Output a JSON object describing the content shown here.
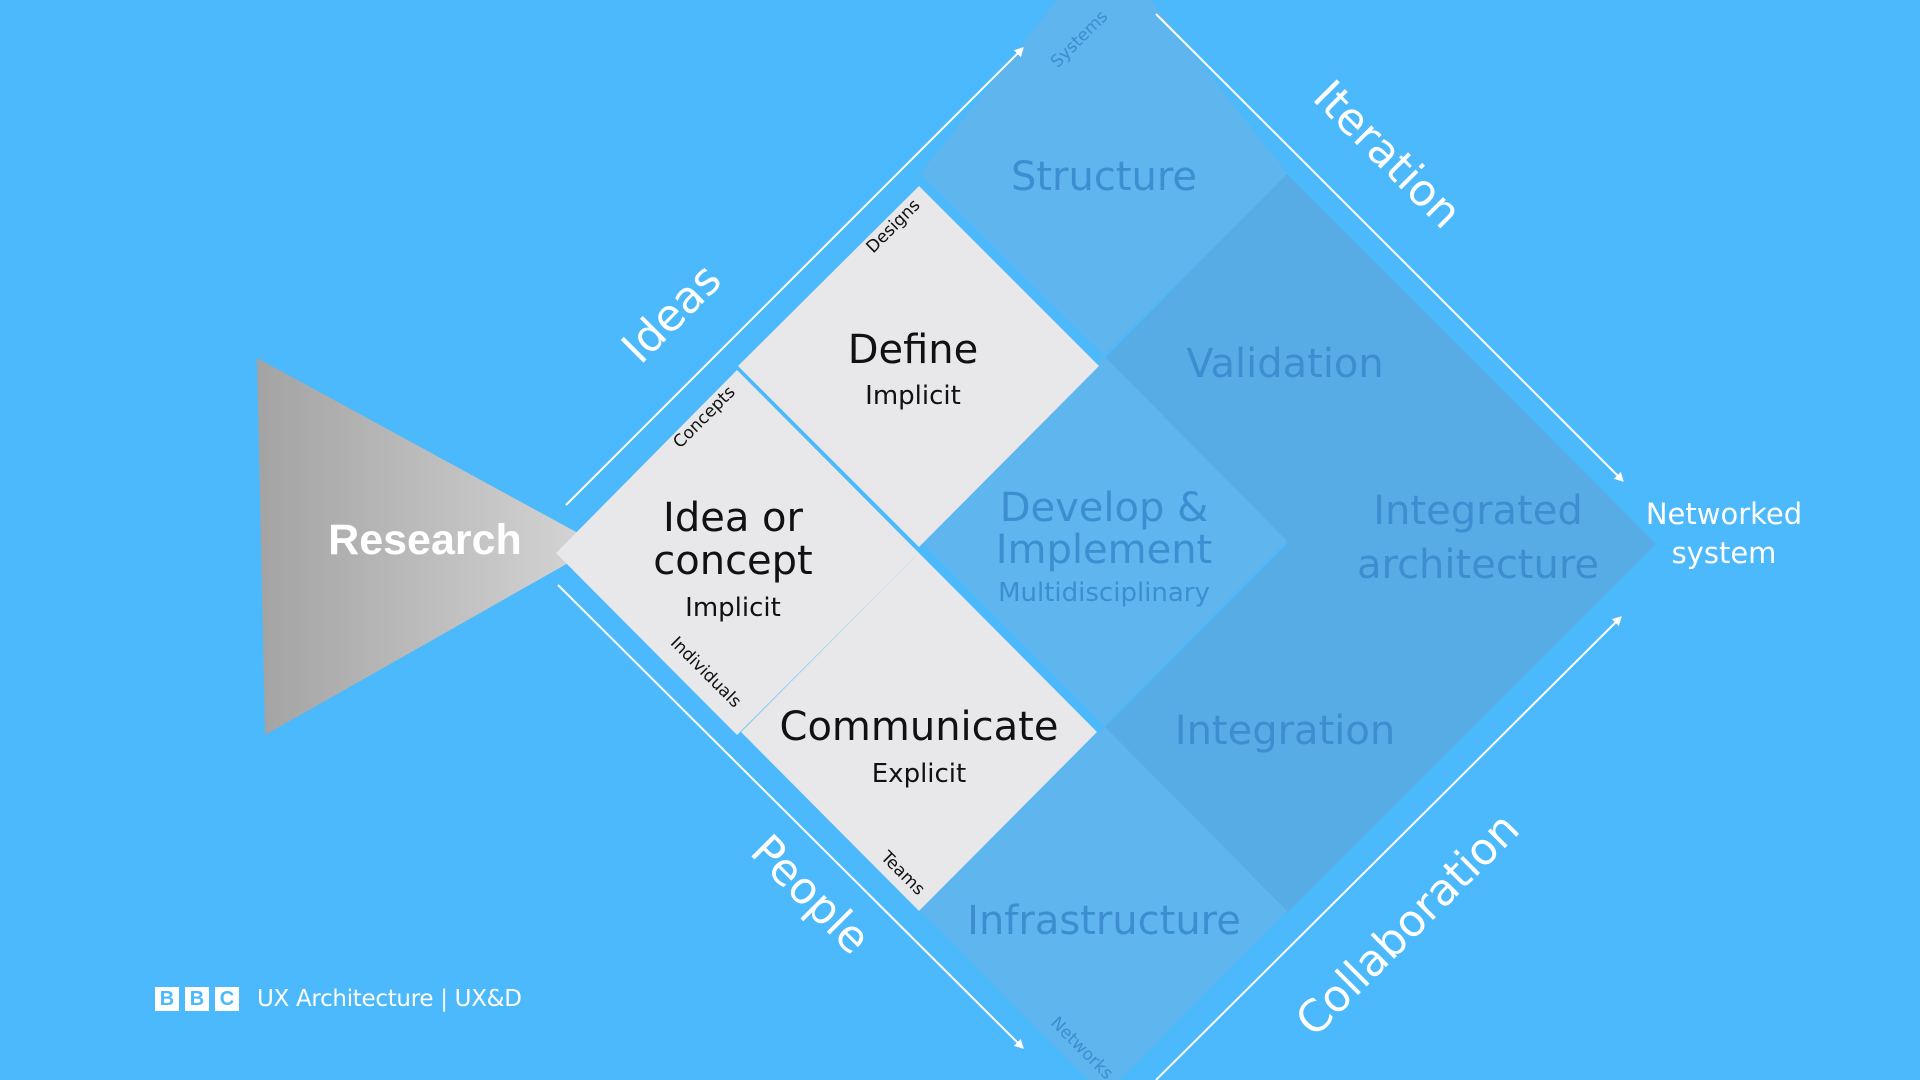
{
  "research": "Research",
  "edges": {
    "ideas": "Ideas",
    "people": "People",
    "iteration": "Iteration",
    "collaboration": "Collaboration"
  },
  "end_label": [
    "Networked",
    "system"
  ],
  "tiles": {
    "idea": {
      "title_lines": [
        "Idea or",
        "concept"
      ],
      "subtitle": "Implicit"
    },
    "define": {
      "title_lines": [
        "Define"
      ],
      "subtitle": "Implicit"
    },
    "communicate": {
      "title_lines": [
        "Communicate"
      ],
      "subtitle": "Explicit"
    },
    "structure": {
      "title_lines": [
        "Structure"
      ]
    },
    "validation": {
      "title_lines": [
        "Validation"
      ]
    },
    "develop": {
      "title_lines": [
        "Develop &",
        "Implement"
      ],
      "subtitle": "Multidisciplinary"
    },
    "integrated": {
      "title_lines": [
        "Integrated",
        "architecture"
      ]
    },
    "integration": {
      "title_lines": [
        "Integration"
      ]
    },
    "infrastructure": {
      "title_lines": [
        "Infrastructure"
      ]
    }
  },
  "corner_labels": {
    "concepts": "Concepts",
    "individuals": "Individuals",
    "designs": "Designs",
    "teams": "Teams",
    "systems": "Systems",
    "networks": "Networks"
  },
  "footer": {
    "bbc_letters": [
      "B",
      "B",
      "C"
    ],
    "text": "UX Architecture | UX&D"
  },
  "colors": {
    "background": "#4bb9fb",
    "light_tile": "#e8e8ea",
    "blue_tile_a": "#5fb5ee",
    "blue_tile_b": "#58acE6",
    "blue_tile_text": "#3c8ed0",
    "research_gradient": [
      "#a5a5a5",
      "#d3d3d3"
    ]
  }
}
